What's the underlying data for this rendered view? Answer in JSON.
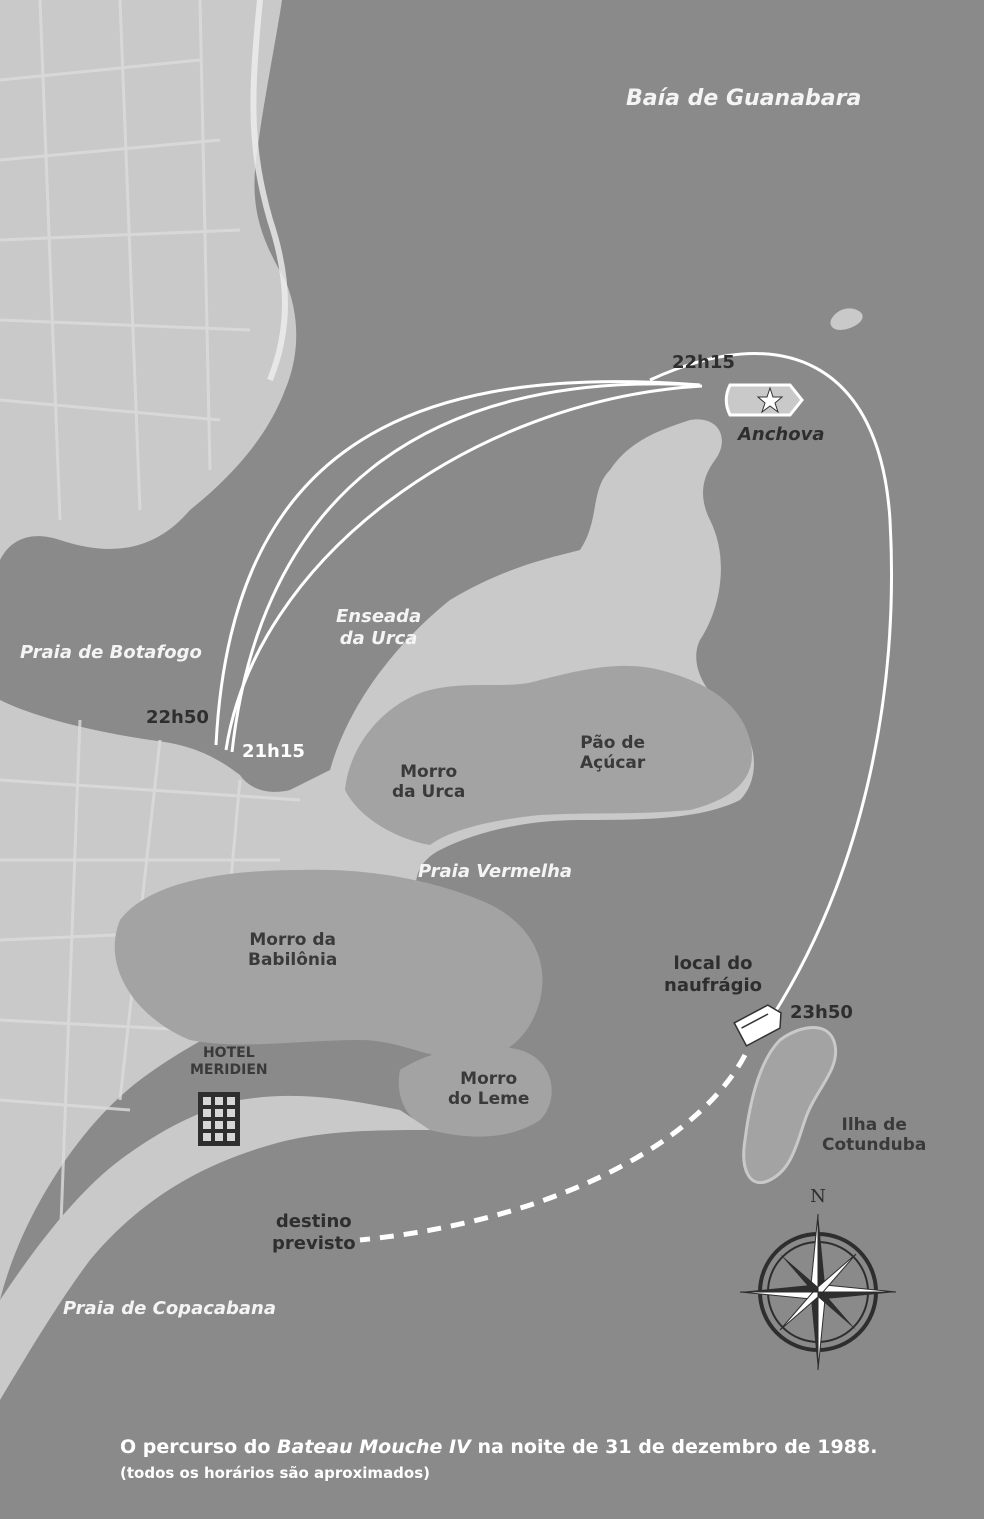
{
  "map": {
    "water_labels": {
      "bay": "Baía de Guanabara",
      "botafogo": "Praia de Botafogo",
      "enseada_line1": "Enseada",
      "enseada_line2": "da Urca",
      "vermelha": "Praia Vermelha",
      "copacabana": "Praia de Copacabana"
    },
    "land_labels": {
      "morro_urca_1": "Morro",
      "morro_urca_2": "da Urca",
      "pao_1": "Pão de",
      "pao_2": "Açúcar",
      "babilonia_1": "Morro da",
      "babilonia_2": "Babilônia",
      "leme_1": "Morro",
      "leme_2": "do Leme",
      "cotunduba_1": "Ilha de",
      "cotunduba_2": "Cotunduba",
      "hotel_1": "HOTEL",
      "hotel_2": "MERIDIEN"
    },
    "route": {
      "times": {
        "t1": "22h15",
        "t2": "22h50",
        "t3": "21h15",
        "t4": "23h50"
      },
      "anchova": "Anchova",
      "wreck_1": "local do",
      "wreck_2": "naufrágio",
      "dest_1": "destino",
      "dest_2": "previsto"
    },
    "compass_north": "N"
  },
  "caption": {
    "prefix": "O percurso do ",
    "boat_name": "Bateau Mouche IV",
    "suffix": " na noite de 31 de dezembro de 1988.",
    "note": "(todos os horários são aproximados)"
  },
  "colors": {
    "water": "#8a8a8a",
    "land": "#c9c9c9",
    "hills": "#a3a3a3",
    "route": "#ffffff"
  },
  "icons": {
    "hotel": "hotel-building-icon",
    "anchova_boat": "boat-star-icon",
    "wreck_boat": "boat-icon",
    "compass": "compass-rose-icon"
  }
}
